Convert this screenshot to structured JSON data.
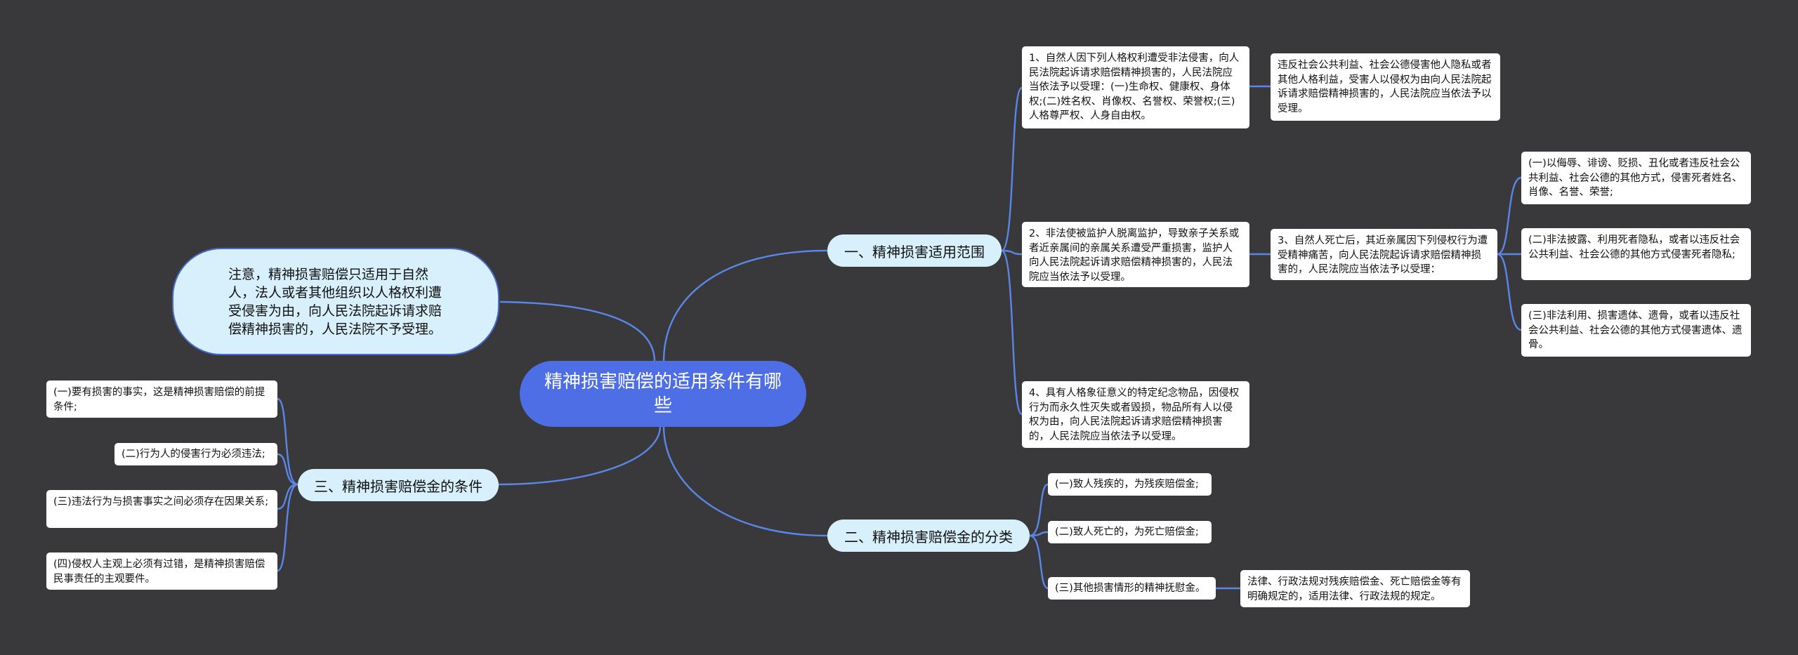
{
  "root": {
    "title": "精神损害赔偿的适用条件有哪些"
  },
  "note": {
    "text": "注意，精神损害赔偿只适用于自然人，法人或者其他组织以人格权利遭受侵害为由，向人民法院起诉请求赔偿精神损害的，人民法院不予受理。"
  },
  "branch1": {
    "label": "一、精神损害适用范围",
    "item1": "1、自然人因下列人格权利遭受非法侵害，向人民法院起诉请求赔偿精神损害的，人民法院应当依法予以受理：(一)生命权、健康权、身体权;(二)姓名权、肖像权、名誉权、荣誉权;(三)人格尊严权、人身自由权。",
    "item1_sub": "违反社会公共利益、社会公德侵害他人隐私或者其他人格利益，受害人以侵权为由向人民法院起诉请求赔偿精神损害的，人民法院应当依法予以受理。",
    "item2": "2、非法使被监护人脱离监护，导致亲子关系或者近亲属间的亲属关系遭受严重损害，监护人向人民法院起诉请求赔偿精神损害的，人民法院应当依法予以受理。",
    "item3": "3、自然人死亡后，其近亲属因下列侵权行为遭受精神痛苦，向人民法院起诉请求赔偿精神损害的，人民法院应当依法予以受理：",
    "item3_subs": [
      "(一)以侮辱、诽谤、贬损、丑化或者违反社会公共利益、社会公德的其他方式，侵害死者姓名、肖像、名誉、荣誉;",
      "(二)非法披露、利用死者隐私，或者以违反社会公共利益、社会公德的其他方式侵害死者隐私;",
      "(三)非法利用、损害遗体、遗骨，或者以违反社会公共利益、社会公德的其他方式侵害遗体、遗骨。"
    ],
    "item4": "4、具有人格象征意义的特定纪念物品，因侵权行为而永久性灭失或者毁损，物品所有人以侵权为由，向人民法院起诉请求赔偿精神损害的，人民法院应当依法予以受理。"
  },
  "branch2": {
    "label": "二、精神损害赔偿金的分类",
    "items": [
      "(一)致人残疾的，为残疾赔偿金;",
      "(二)致人死亡的，为死亡赔偿金;",
      "(三)其他损害情形的精神抚慰金。"
    ],
    "item3_sub": "法律、行政法规对残疾赔偿金、死亡赔偿金等有明确规定的，适用法律、行政法规的规定。"
  },
  "branch3": {
    "label": "三、精神损害赔偿金的条件",
    "items": [
      "(一)要有损害的事实，这是精神损害赔偿的前提条件;",
      "(二)行为人的侵害行为必须违法;",
      "(三)违法行为与损害事实之间必须存在因果关系;",
      "(四)侵权人主观上必须有过错，是精神损害赔偿民事责任的主观要件。"
    ]
  },
  "colors": {
    "background": "#39393b",
    "root": "#4e6ee6",
    "branch": "#d7f0fb",
    "leaf": "#ffffff",
    "edge": "#5a86e8"
  }
}
